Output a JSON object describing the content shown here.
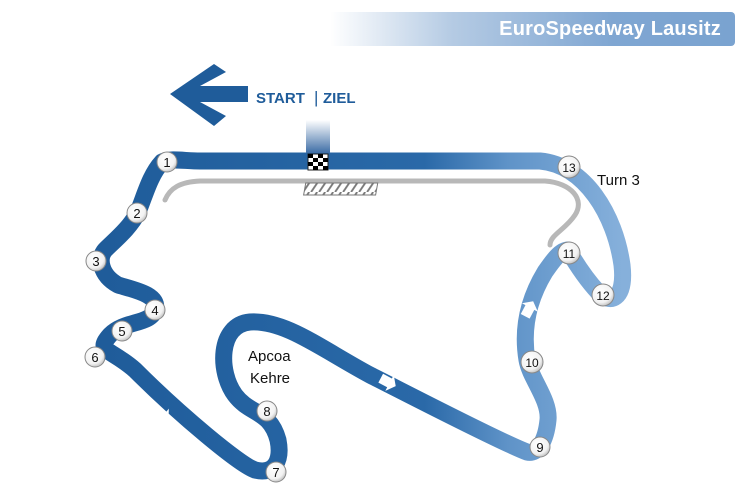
{
  "title": "EuroSpeedway Lausitz",
  "start_finish": {
    "start": "START",
    "separator": "|",
    "finish": "ZIEL"
  },
  "labels": {
    "turn3": "Turn 3",
    "apcoa_line1": "Apcoa",
    "apcoa_line2": "Kehre"
  },
  "corners": [
    "1",
    "2",
    "3",
    "4",
    "5",
    "6",
    "7",
    "8",
    "9",
    "10",
    "11",
    "12",
    "13"
  ],
  "colors": {
    "track": "#1f5c9a",
    "track_light": "#78a8d6",
    "oval_inner": "#bcbcbc",
    "text_blue": "#1f5c9a",
    "banner": "#7aa3d0"
  },
  "icons": [
    "direction-arrow-icon",
    "checkered-flag-icon"
  ]
}
